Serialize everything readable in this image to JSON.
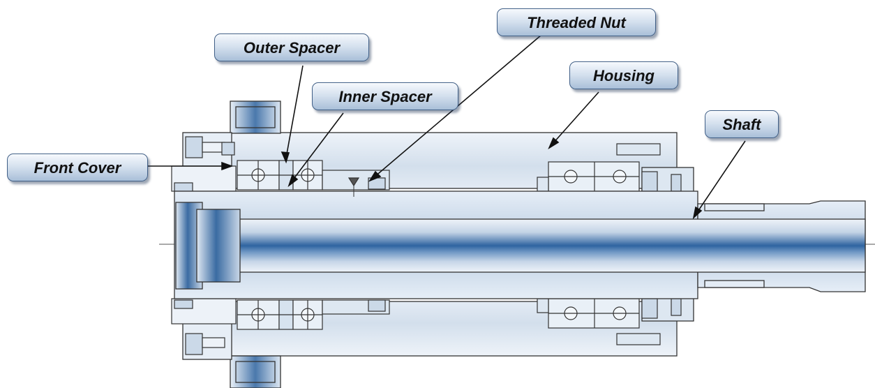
{
  "labels": {
    "outer_spacer": "Outer Spacer",
    "threaded_nut": "Threaded Nut",
    "inner_spacer": "Inner Spacer",
    "housing": "Housing",
    "shaft": "Shaft",
    "front_cover": "Front Cover"
  },
  "colors": {
    "outline": "#333333",
    "housing_fill": "#d9e4ef",
    "shaft_fill": "#c8d7e7",
    "shaft_core": "#3d6ea6",
    "callout_border": "#3f5e86",
    "leader_line": "#111111"
  }
}
